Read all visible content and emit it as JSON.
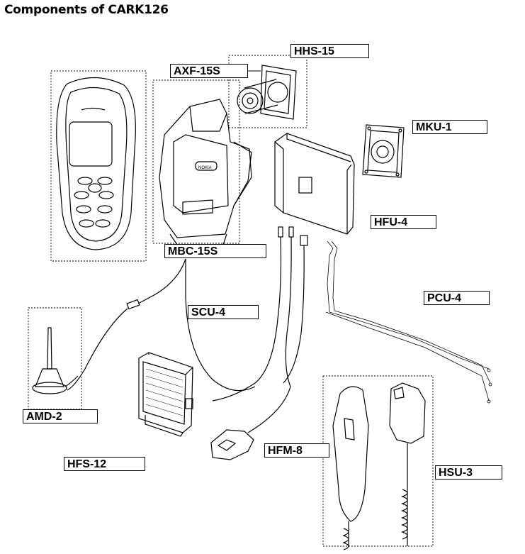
{
  "title": "Components of CARK126",
  "labels": {
    "hhs": "HHS-15",
    "axf": "AXF-15S",
    "mku": "MKU-1",
    "hfu": "HFU-4",
    "mbc": "MBC-15S",
    "pcu": "PCU-4",
    "scu": "SCU-4",
    "amd": "AMD-2",
    "hfm": "HFM-8",
    "hfs": "HFS-12",
    "hsu": "HSU-3"
  },
  "phone_logo": "NOKIA"
}
